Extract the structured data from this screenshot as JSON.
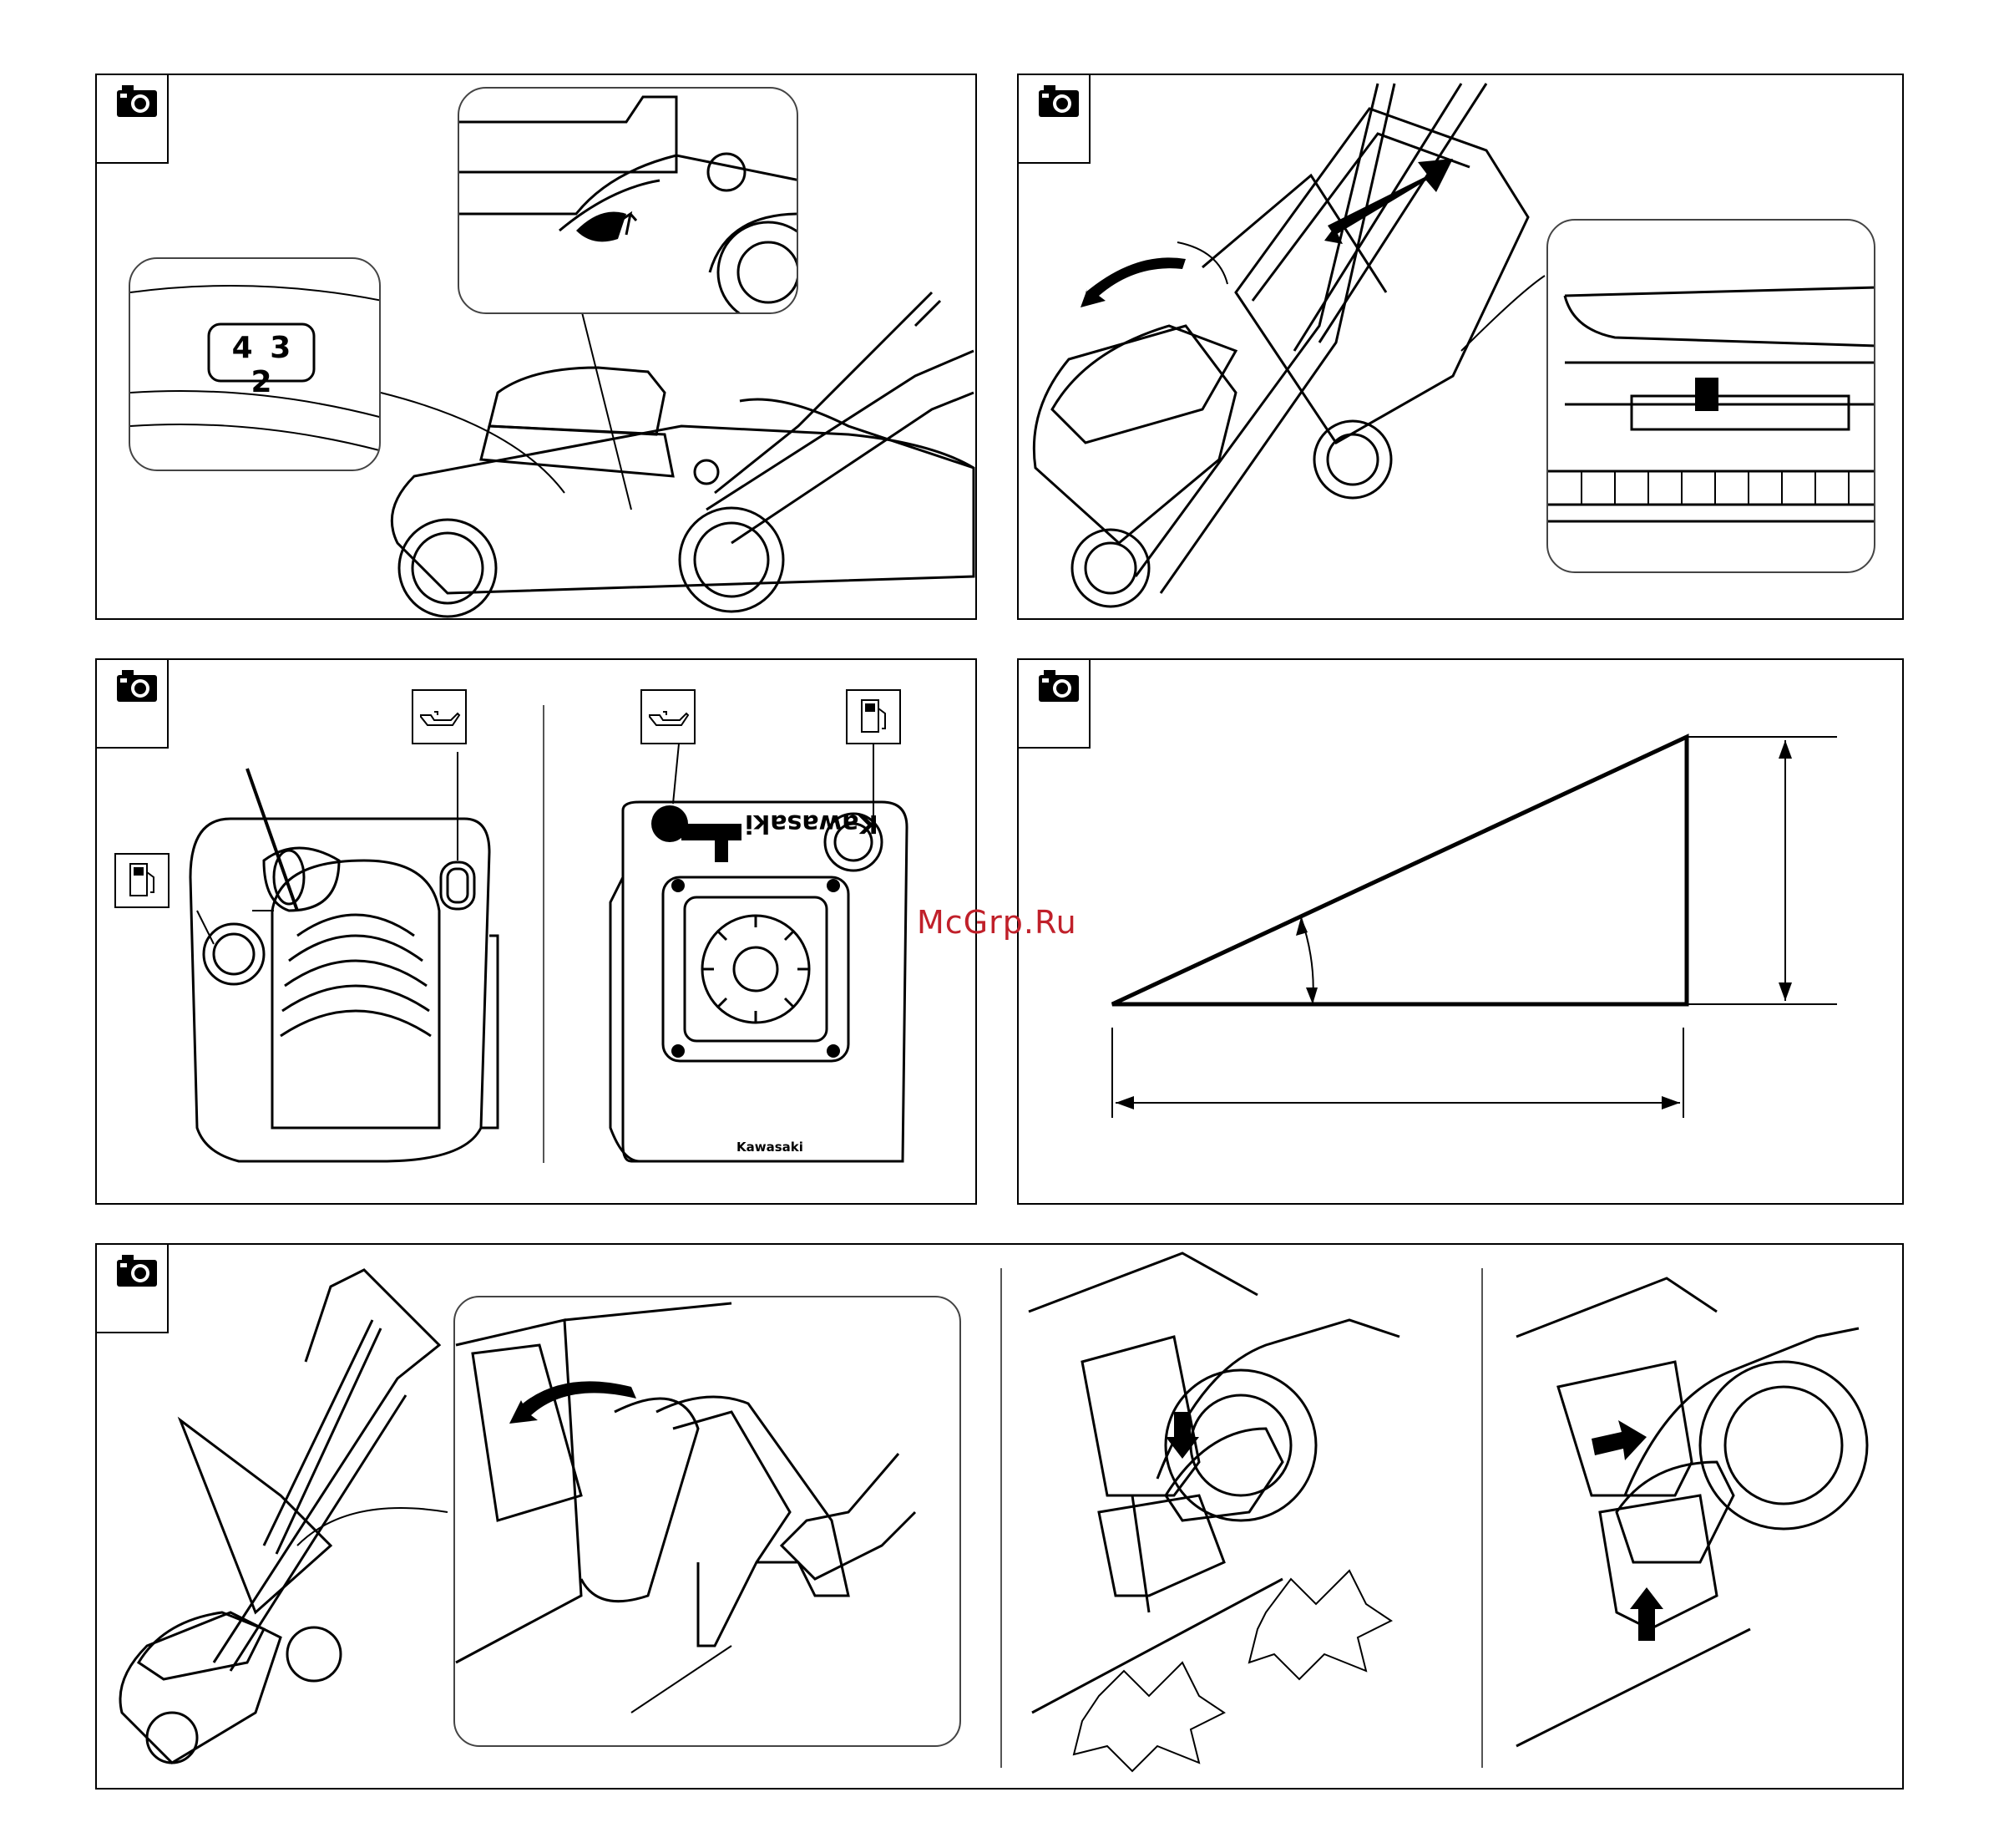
{
  "watermark": "McGrp.Ru",
  "panel1": {
    "plate_digits": "4 3 2"
  },
  "panel3": {
    "engine_brand_top": "Kawasaki",
    "engine_brand_bottom": "Kawasaki"
  },
  "colors": {
    "line": "#000000",
    "watermark": "#c0202a"
  },
  "icons": [
    "camera-icon",
    "oil-can-icon",
    "fuel-pump-icon"
  ]
}
